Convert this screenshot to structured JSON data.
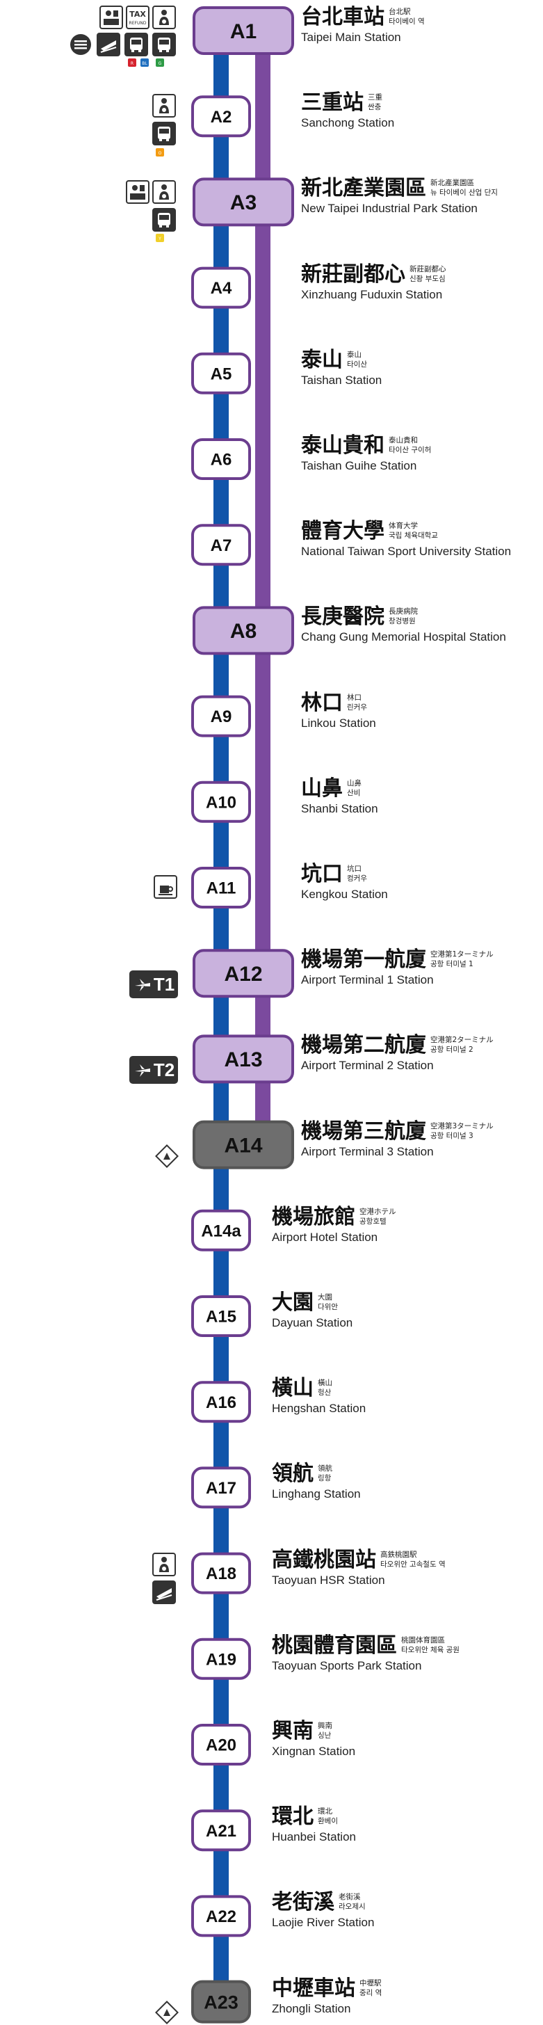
{
  "colors": {
    "blue_line": "#1155aa",
    "express_line": "#7b4a9e",
    "express_fill": "#c9b2dd",
    "express_border": "#6b3d8e",
    "terminal_fill": "#6e6e6e",
    "icon_dark": "#333333"
  },
  "stations": [
    {
      "code": "A1",
      "zh": "台北車站",
      "ja": "台北駅",
      "ko": "타이베이 역",
      "en": "Taipei Main Station",
      "type": "express"
    },
    {
      "code": "A2",
      "zh": "三重站",
      "ja": "三重",
      "ko": "싼충",
      "en": "Sanchong Station",
      "type": "commuter"
    },
    {
      "code": "A3",
      "zh": "新北產業園區",
      "ja": "新北產業園區",
      "ko": "뉴 타이베이 산업 단지",
      "en": "New Taipei Industrial Park Station",
      "type": "express"
    },
    {
      "code": "A4",
      "zh": "新莊副都心",
      "ja": "新莊副都心",
      "ko": "신좡 부도심",
      "en": "Xinzhuang Fuduxin Station",
      "type": "commuter"
    },
    {
      "code": "A5",
      "zh": "泰山",
      "ja": "泰山",
      "ko": "타이산",
      "en": "Taishan Station",
      "type": "commuter"
    },
    {
      "code": "A6",
      "zh": "泰山貴和",
      "ja": "泰山貴和",
      "ko": "타이산 구이허",
      "en": "Taishan Guihe Station",
      "type": "commuter"
    },
    {
      "code": "A7",
      "zh": "體育大學",
      "ja": "体育大学",
      "ko": "국립 체육대학교",
      "en": "National Taiwan Sport University Station",
      "type": "commuter"
    },
    {
      "code": "A8",
      "zh": "長庚醫院",
      "ja": "長庚病院",
      "ko": "창겅병원",
      "en": "Chang Gung Memorial Hospital Station",
      "type": "express"
    },
    {
      "code": "A9",
      "zh": "林口",
      "ja": "林口",
      "ko": "린커우",
      "en": "Linkou Station",
      "type": "commuter"
    },
    {
      "code": "A10",
      "zh": "山鼻",
      "ja": "山鼻",
      "ko": "산비",
      "en": "Shanbi Station",
      "type": "commuter"
    },
    {
      "code": "A11",
      "zh": "坑口",
      "ja": "坑口",
      "ko": "컹커우",
      "en": "Kengkou Station",
      "type": "commuter"
    },
    {
      "code": "A12",
      "zh": "機場第一航廈",
      "ja": "空港第1ターミナル",
      "ko": "공항 터미널 1",
      "en": "Airport Terminal 1 Station",
      "type": "express"
    },
    {
      "code": "A13",
      "zh": "機場第二航廈",
      "ja": "空港第2ターミナル",
      "ko": "공항 터미널 2",
      "en": "Airport Terminal 2 Station",
      "type": "express"
    },
    {
      "code": "A14",
      "zh": "機場第三航廈",
      "ja": "空港第3ターミナル",
      "ko": "공항 터미널 3",
      "en": "Airport Terminal 3 Station",
      "type": "terminal"
    },
    {
      "code": "A14a",
      "zh": "機場旅館",
      "ja": "空港ホテル",
      "ko": "공항호텔",
      "en": "Airport Hotel Station",
      "type": "commuter"
    },
    {
      "code": "A15",
      "zh": "大園",
      "ja": "大園",
      "ko": "다위안",
      "en": "Dayuan Station",
      "type": "commuter"
    },
    {
      "code": "A16",
      "zh": "橫山",
      "ja": "橫山",
      "ko": "헝산",
      "en": "Hengshan Station",
      "type": "commuter"
    },
    {
      "code": "A17",
      "zh": "領航",
      "ja": "領航",
      "ko": "링항",
      "en": "Linghang Station",
      "type": "commuter"
    },
    {
      "code": "A18",
      "zh": "高鐵桃園站",
      "ja": "高鉄桃園駅",
      "ko": "타오위안 고속철도 역",
      "en": "Taoyuan HSR Station",
      "type": "commuter"
    },
    {
      "code": "A19",
      "zh": "桃園體育園區",
      "ja": "桃園体育園區",
      "ko": "타오위안 체육 공원",
      "en": "Taoyuan Sports Park Station",
      "type": "commuter"
    },
    {
      "code": "A20",
      "zh": "興南",
      "ja": "興南",
      "ko": "싱난",
      "en": "Xingnan Station",
      "type": "commuter"
    },
    {
      "code": "A21",
      "zh": "環北",
      "ja": "環北",
      "ko": "환베이",
      "en": "Huanbei Station",
      "type": "commuter"
    },
    {
      "code": "A22",
      "zh": "老街溪",
      "ja": "老街溪",
      "ko": "라오제시",
      "en": "Laojie River Station",
      "type": "commuter"
    },
    {
      "code": "A23",
      "zh": "中壢車站",
      "ja": "中壢駅",
      "ko": "중리 역",
      "en": "Zhongli Station",
      "type": "terminal_end"
    }
  ],
  "icons": {
    "tax_refund": {
      "line1": "TAX",
      "line2": "REFUND"
    },
    "terminal1": "T1",
    "terminal2": "T2",
    "dots_A1": [
      "R",
      "BL",
      "G"
    ],
    "dot_A2": "O",
    "dot_A3": "Y"
  }
}
